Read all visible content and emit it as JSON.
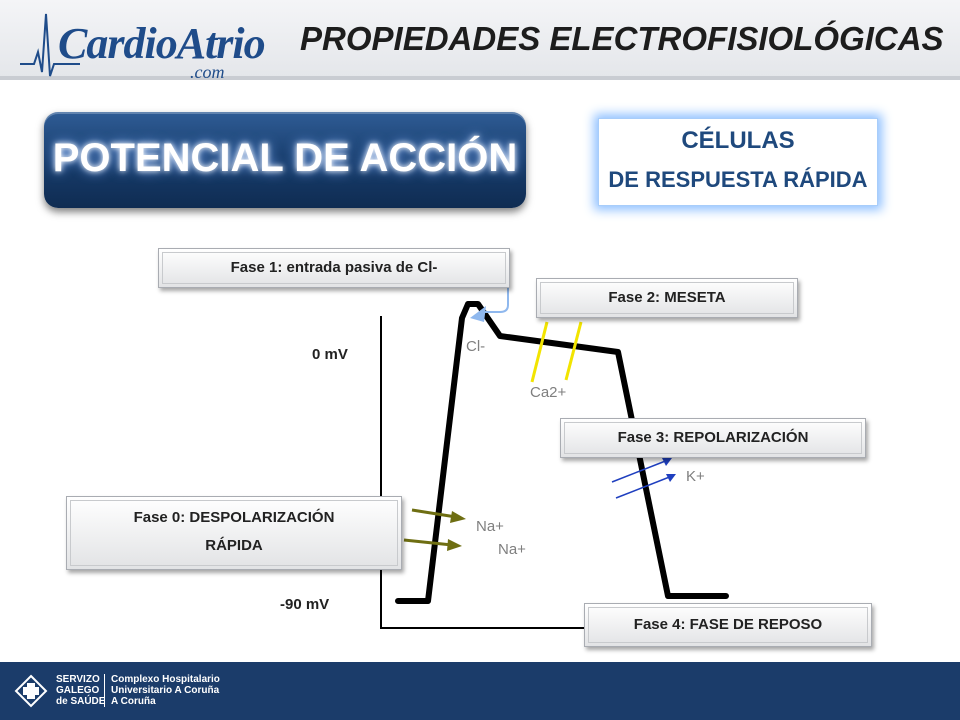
{
  "header": {
    "logo_main": "CardioAtrio",
    "logo_sub": ".com",
    "title": "PROPIEDADES ELECTROFISIOLÓGICAS"
  },
  "main_title": "POTENCIAL DE ACCIÓN",
  "cells_box": {
    "line1": "CÉLULAS",
    "line2": "DE RESPUESTA RÁPIDA"
  },
  "phases": {
    "phase1": "Fase 1: entrada pasiva de Cl-",
    "phase2": "Fase 2:  MESETA",
    "phase3": "Fase 3: REPOLARIZACIÓN",
    "phase0_line1": "Fase 0: DESPOLARIZACIÓN",
    "phase0_line2": "RÁPIDA",
    "phase4": "Fase 4: FASE DE REPOSO"
  },
  "axis": {
    "zero": "0 mV",
    "rest": "-90 mV"
  },
  "ions": {
    "cl": "Cl-",
    "ca": "Ca2+",
    "k": "K+",
    "na1": "Na+",
    "na2": "Na+"
  },
  "colors": {
    "curve": "#000000",
    "ca_arrow": "#f2e400",
    "na_arrow": "#6e6e12",
    "k_arrow": "#1f3fbf",
    "cl_arrow": "#8fb8ee",
    "title_blue": "#173b6a"
  },
  "footer": {
    "org_line1": "SERVIZO",
    "org_line2": "GALEGO",
    "org_line3": "de SAÚDE",
    "hosp_line1": "Complexo Hospitalario",
    "hosp_line2": "Universitario A Coruña",
    "hosp_line3": "A Coruña"
  }
}
